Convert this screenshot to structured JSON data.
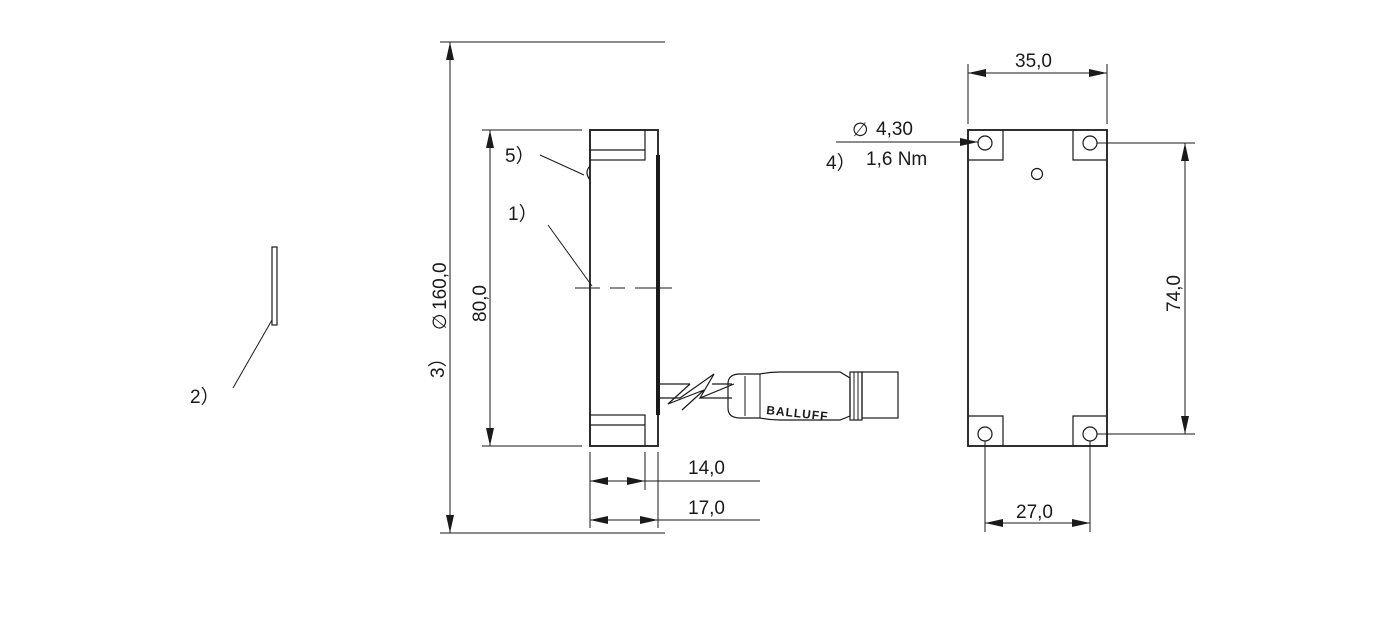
{
  "dimensions": {
    "diameter_160": "160,0",
    "height_80": "80,0",
    "depth_14": "14,0",
    "depth_17": "17,0",
    "width_35": "35,0",
    "hole_spacing_74": "74,0",
    "hole_spacing_27": "27,0",
    "hole_diameter": "4,30",
    "torque": "1,6 Nm"
  },
  "callouts": {
    "c1": "1）",
    "c2": "2）",
    "c3": "3）",
    "c4": "4）",
    "c5": "5）"
  },
  "symbols": {
    "diameter": "∅"
  },
  "connector": {
    "logo": "BALLUFF"
  },
  "colors": {
    "line": "#1a1a1a",
    "background": "#ffffff"
  }
}
